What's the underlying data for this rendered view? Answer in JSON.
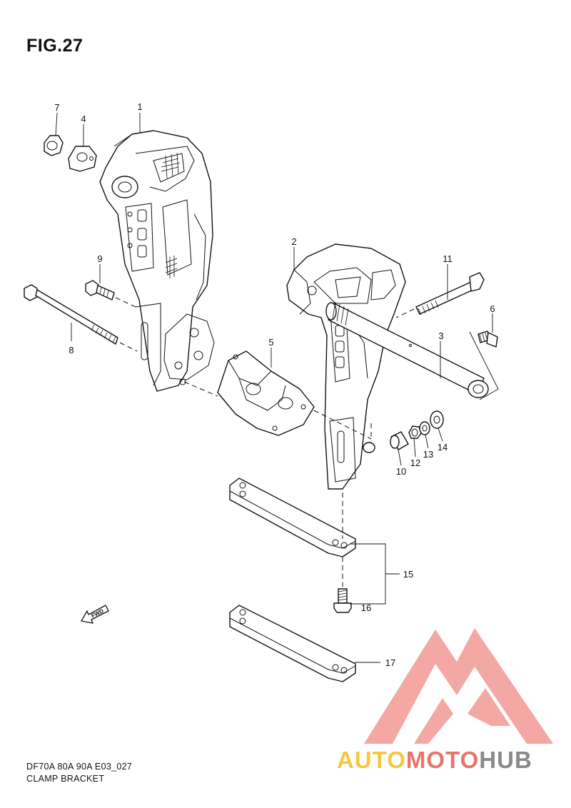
{
  "figure": {
    "title": "FIG.27",
    "caption_model": "DF70A 80A 90A E03_027",
    "caption_name": "CLAMP BRACKET"
  },
  "callouts": [
    "1",
    "2",
    "3",
    "4",
    "5",
    "6",
    "7",
    "8",
    "9",
    "10",
    "11",
    "12",
    "13",
    "14",
    "15",
    "16",
    "17"
  ],
  "fwd_label": "FWD",
  "watermark": {
    "part_a": "AUTO",
    "part_b": "MOTO",
    "part_c": "HUB",
    "colors": {
      "yellow": "#f5c842",
      "red": "#e8756a",
      "gray": "#8a8a8a",
      "triangle": "#f08b86"
    }
  }
}
